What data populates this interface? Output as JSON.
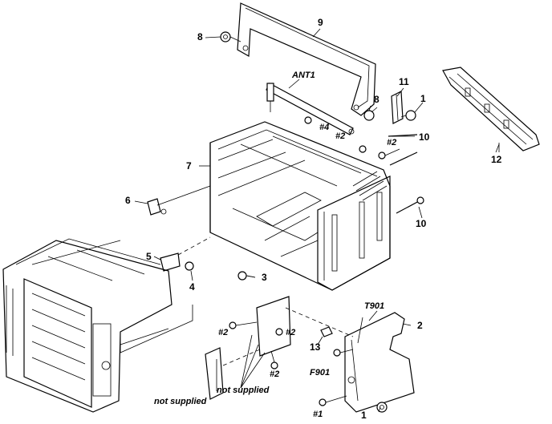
{
  "labels": {
    "l9": "9",
    "l8a": "8",
    "lant1": "ANT1",
    "l11": "11",
    "l8b": "8",
    "l1a": "1",
    "l10a": "10",
    "l4": "#4",
    "l2a": "#2",
    "l2b": "#2",
    "l7": "7",
    "l12": "12",
    "l6": "6",
    "l10b": "10",
    "l5": "5",
    "l4b": "4",
    "l3": "3",
    "lt901": "T901",
    "l2": "2",
    "l2c": "#2",
    "l2d": "#2",
    "l13": "13",
    "lf901": "F901",
    "l2e": "#2",
    "lns1": "not supplied",
    "lns2": "not supplied",
    "l1b": "#1",
    "l1c": "1"
  }
}
